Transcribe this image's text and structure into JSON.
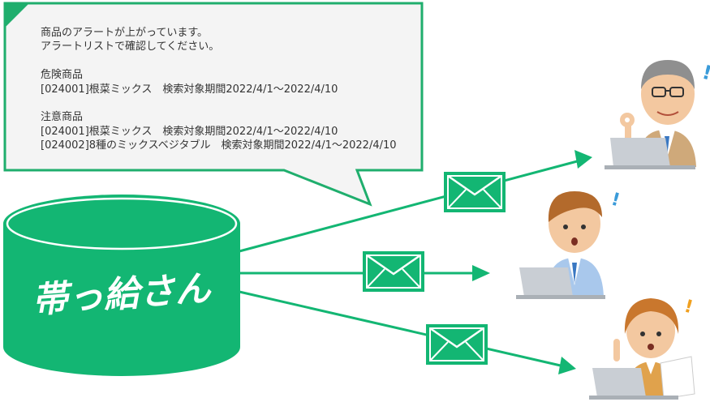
{
  "colors": {
    "brand_green": "#13b673",
    "bubble_border": "#1fae6d",
    "bubble_fill": "#f4f4f4",
    "text": "#333333",
    "white": "#ffffff"
  },
  "bubble": {
    "intro": [
      "商品のアラートが上がっています。",
      "アラートリストで確認してください。"
    ],
    "danger_heading": "危険商品",
    "danger_items": [
      "[024001]根菜ミックス　検索対象期間2022/4/1～2022/4/10"
    ],
    "caution_heading": "注意商品",
    "caution_items": [
      "[024001]根菜ミックス　検索対象期間2022/4/1～2022/4/10",
      "[024002]8種のミックスベジタブル　検索対象期間2022/4/1～2022/4/10"
    ]
  },
  "database": {
    "brand_text": "帯っ給さん"
  },
  "recipients": [
    {
      "role": "manager",
      "icon": "senior-man-ok-gesture-icon",
      "alert_mark": "!"
    },
    {
      "role": "staff",
      "icon": "young-man-surprised-icon",
      "alert_mark": "!"
    },
    {
      "role": "staff",
      "icon": "woman-pointing-icon",
      "alert_mark": "!"
    }
  ],
  "icons": {
    "mail": "envelope-icon",
    "arrow": "arrow-right-icon"
  }
}
